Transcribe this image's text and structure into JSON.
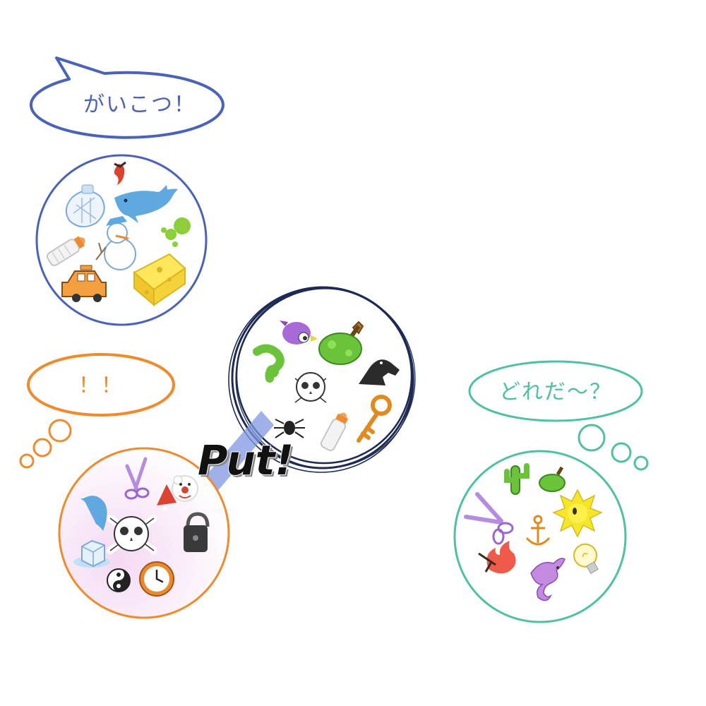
{
  "bubbles": {
    "top_left": {
      "text": "がいこつ！",
      "color": "#4a63b8"
    },
    "bottom_left": {
      "text": "！！",
      "color": "#f08a2e"
    },
    "right": {
      "text": "どれだ～？",
      "color": "#4fc0a0"
    }
  },
  "action": {
    "text": "Put!"
  },
  "colors": {
    "blue_player": "#4a63b8",
    "orange_player": "#f08a2e",
    "teal_player": "#4fc0a0",
    "center_card": "#1c2a55",
    "pointer": "#7f97e0"
  },
  "cards": {
    "top_left_card": [
      "chili-pepper-icon",
      "dolphin-icon",
      "ice-bag-icon",
      "snowman-icon",
      "green-splash-icon",
      "baby-bottle-icon",
      "cheese-icon",
      "taxi-icon"
    ],
    "center_card": [
      "purple-bird-icon",
      "tree-icon",
      "question-mark-icon",
      "skull-icon",
      "knight-chess-icon",
      "spider-icon",
      "baby-bottle-icon",
      "key-icon"
    ],
    "bottom_left_card": [
      "scissors-icon",
      "clown-icon",
      "dolphin-icon",
      "skull-icon",
      "padlock-icon",
      "ice-cube-icon",
      "yin-yang-icon",
      "clock-icon"
    ],
    "right_card": [
      "cactus-icon",
      "tree-icon",
      "scissors-icon",
      "sun-icon",
      "anchor-icon",
      "fire-icon",
      "dragon-icon",
      "light-bulb-icon"
    ]
  }
}
